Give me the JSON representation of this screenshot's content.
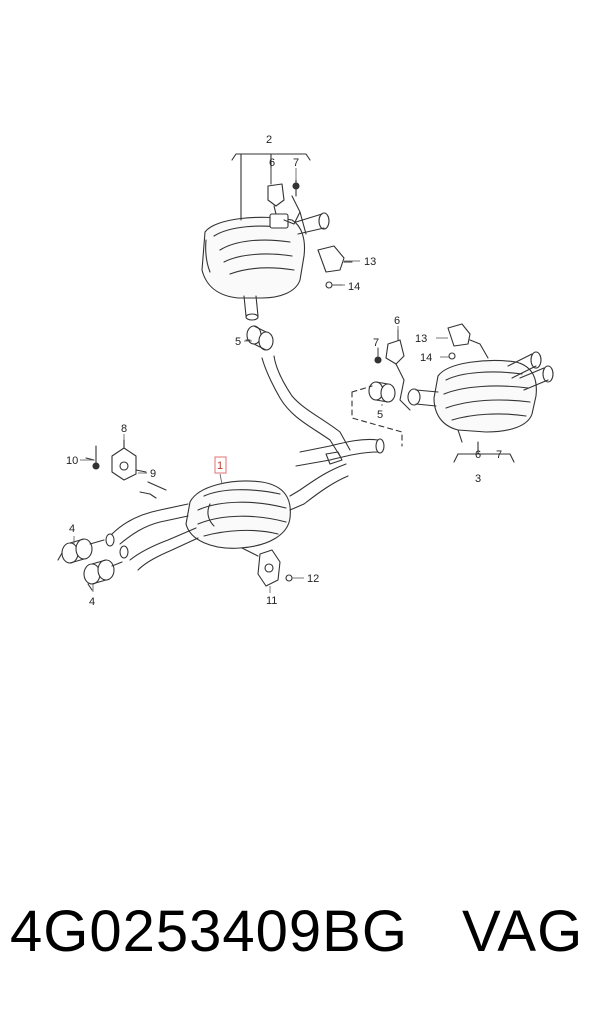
{
  "callouts": {
    "c2": "2",
    "c6a": "6",
    "c7a": "7",
    "c13a": "13",
    "c14a": "14",
    "c5a": "5",
    "c6b": "6",
    "c7b": "7",
    "c13b": "13",
    "c14b": "14",
    "c5b": "5",
    "c6c": "6",
    "c7c": "7",
    "c3": "3",
    "c8": "8",
    "c10": "10",
    "c9": "9",
    "c1": "1",
    "c4a": "4",
    "c4b": "4",
    "c12": "12",
    "c11": "11"
  },
  "footer": {
    "part_number": "4G0253409BG",
    "brand": "VAG"
  },
  "colors": {
    "line": "#333333",
    "highlight": "#e07070"
  }
}
